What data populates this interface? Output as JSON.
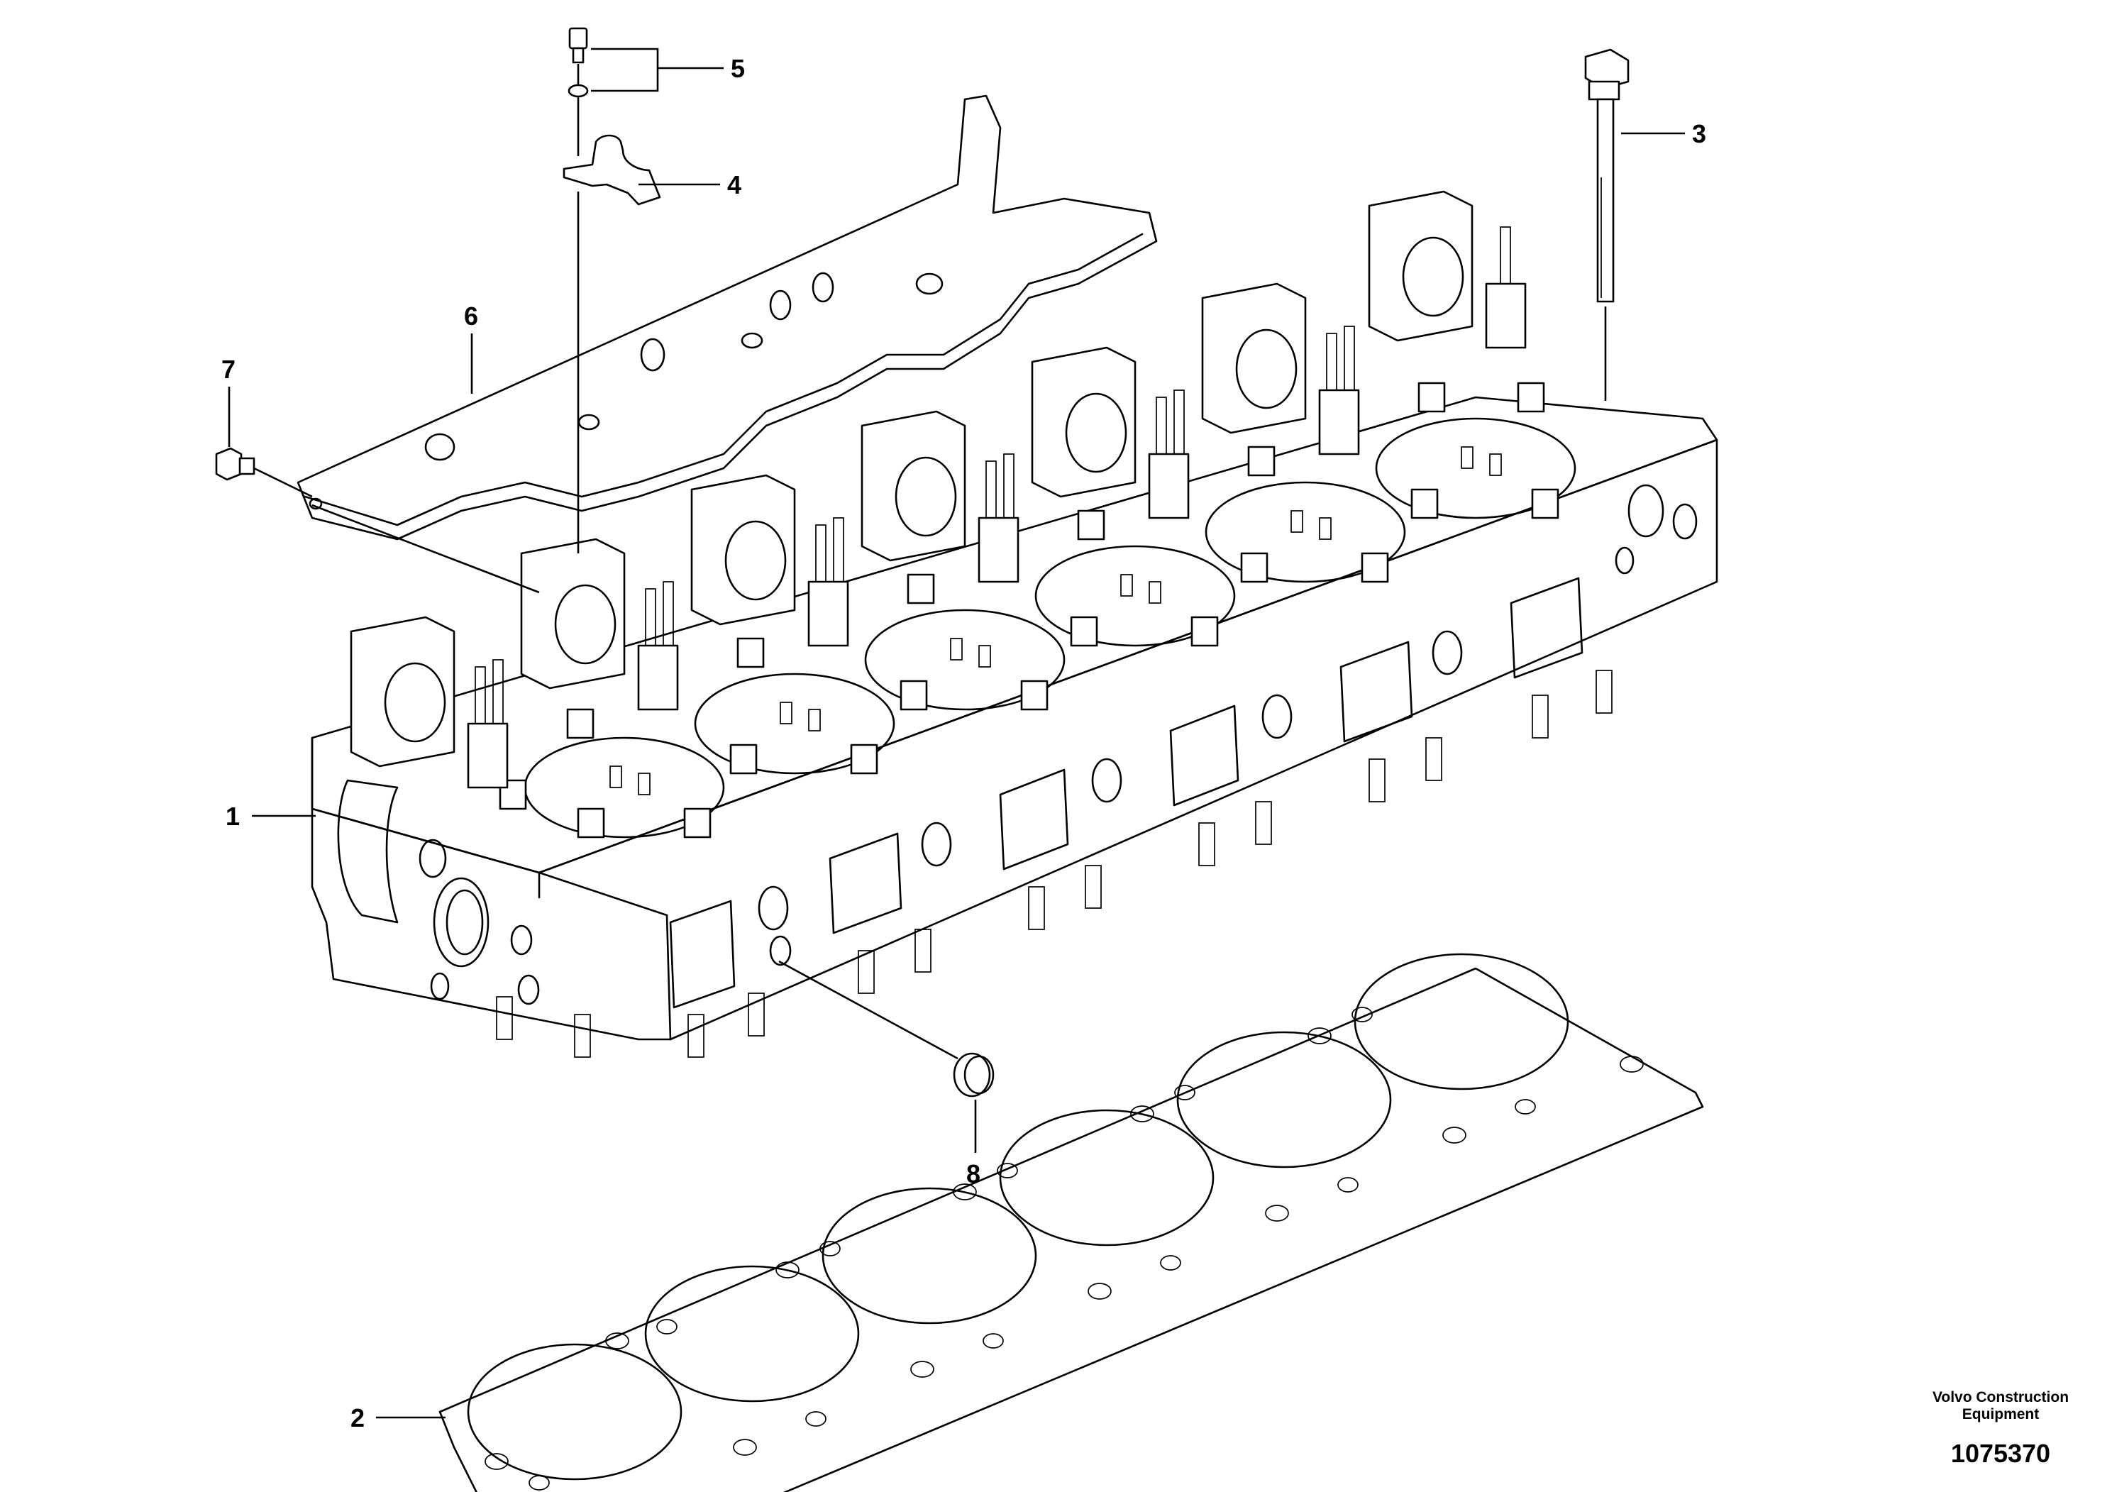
{
  "callouts": {
    "c1": "1",
    "c2": "2",
    "c3": "3",
    "c4": "4",
    "c5": "5",
    "c6": "6",
    "c7": "7",
    "c8": "8"
  },
  "footer": {
    "company_line1": "Volvo Construction",
    "company_line2": "Equipment",
    "drawing_number": "1075370"
  }
}
